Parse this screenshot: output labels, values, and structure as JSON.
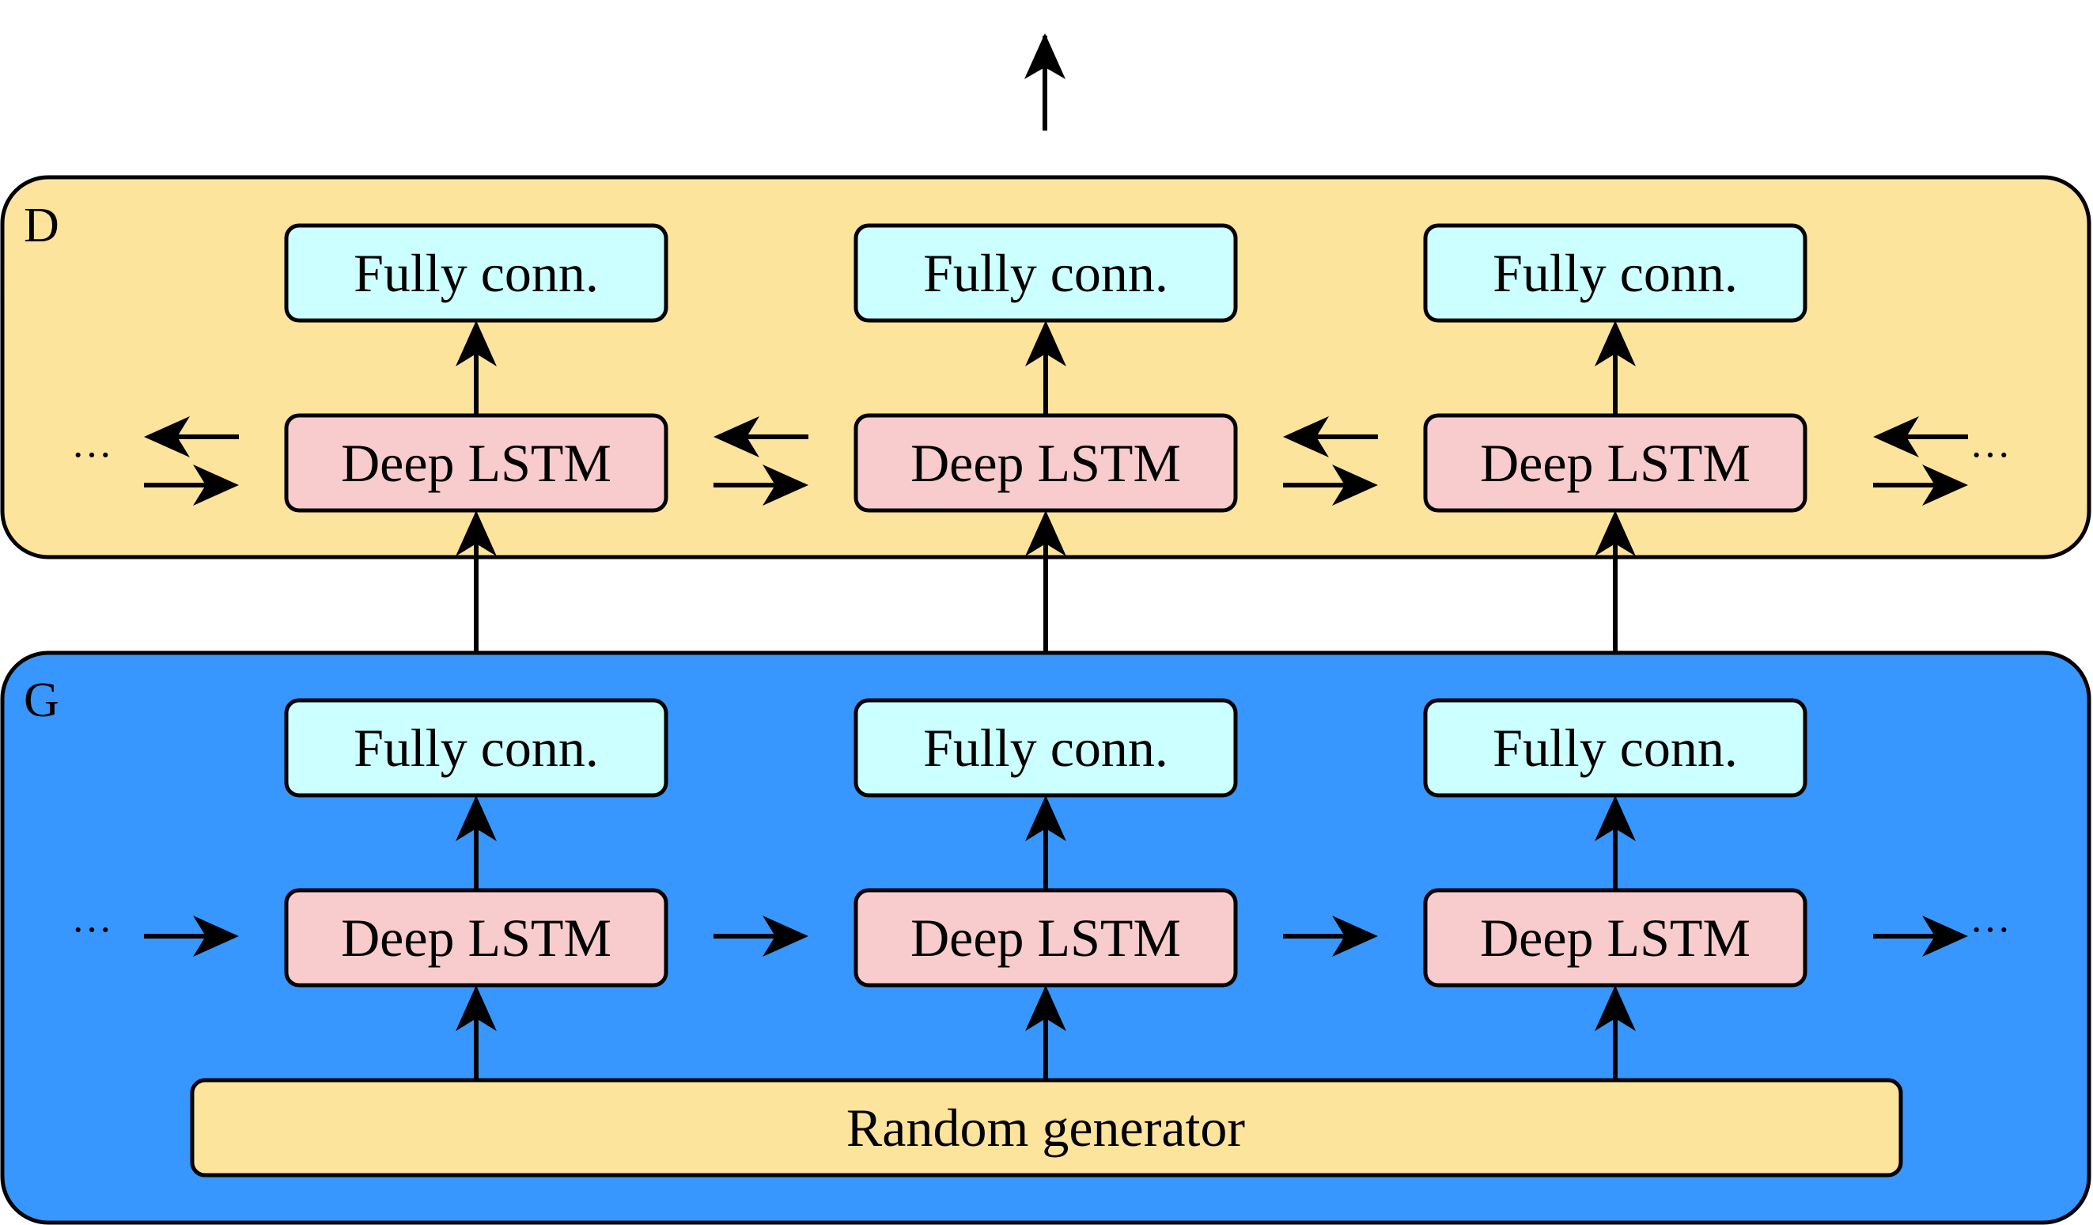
{
  "panels": {
    "discriminator": {
      "label": "D"
    },
    "generator": {
      "label": "G"
    }
  },
  "blocks": {
    "fully_connected": "Fully conn.",
    "deep_lstm": "Deep LSTM",
    "random_generator": "Random generator"
  },
  "ellipsis": "···",
  "colors": {
    "discriminator_panel": "#FDE49C",
    "generator_panel": "#3797FF",
    "fully_connected_block": "#CCFFFF",
    "deep_lstm_block": "#F8CCCC",
    "random_generator_block": "#FDE49C",
    "stroke": "#000000"
  }
}
